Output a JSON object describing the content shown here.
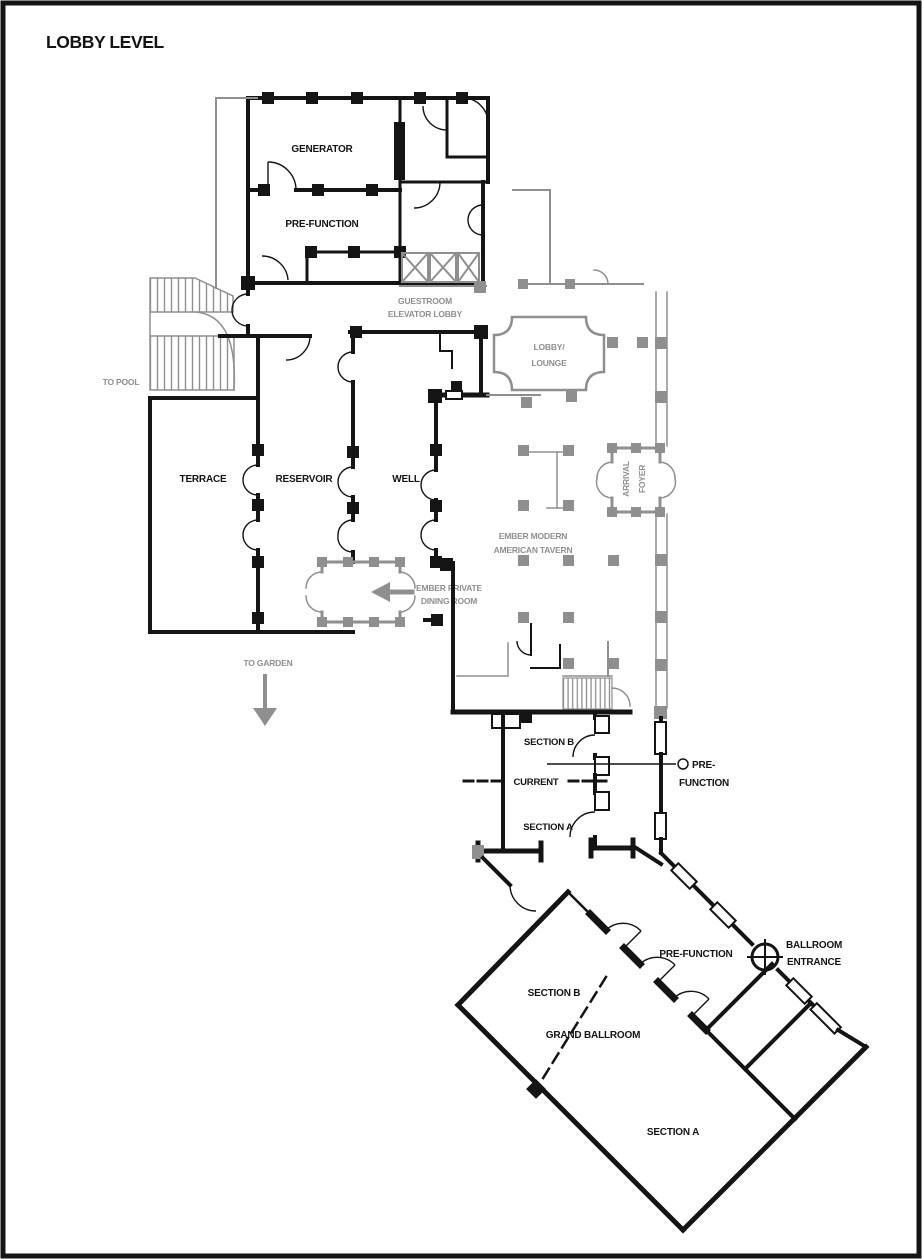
{
  "title": "LOBBY LEVEL",
  "colors": {
    "wall": "#141414",
    "gray": "#8f8f8f",
    "background": "#ffffff"
  },
  "labels": {
    "generator": "GENERATOR",
    "prefunction_top": "PRE-FUNCTION",
    "guestroom_l1": "GUESTROOM",
    "guestroom_l2": "ELEVATOR LOBBY",
    "lobby_l1": "LOBBY/",
    "lobby_l2": "LOUNGE",
    "to_pool": "TO POOL",
    "terrace": "TERRACE",
    "reservoir": "RESERVOIR",
    "well": "WELL",
    "arrival_l1": "ARRIVAL",
    "arrival_l2": "FOYER",
    "tavern_l1": "EMBER MODERN",
    "tavern_l2": "AMERICAN TAVERN",
    "ember_private_l1": "EMBER PRIVATE",
    "ember_private_l2": "DINING ROOM",
    "to_garden": "TO GARDEN",
    "section_b": "SECTION B",
    "current": "CURRENT",
    "section_a": "SECTION A",
    "prefunction_mid_l1": "PRE-",
    "prefunction_mid_l2": "FUNCTION",
    "ballroom_prefunction": "PRE-FUNCTION",
    "ballroom_entrance_l1": "BALLROOM",
    "ballroom_entrance_l2": "ENTRANCE",
    "ballroom_section_b": "SECTION B",
    "grand_ballroom": "GRAND BALLROOM",
    "ballroom_section_a": "SECTION A"
  }
}
